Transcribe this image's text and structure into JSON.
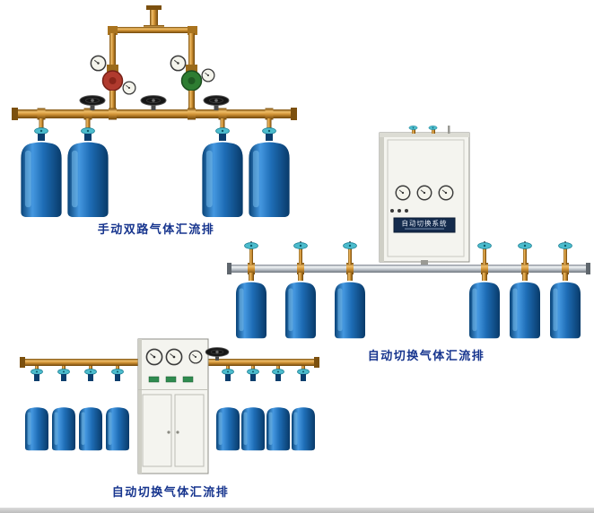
{
  "page": {
    "background": "#ffffff"
  },
  "products": [
    {
      "id": "manual-dual-manifold",
      "caption": "手动双路气体汇流排"
    },
    {
      "id": "auto-switch-manifold",
      "caption": "自动切换气体汇流排",
      "cabinet_label": "自动切换系统"
    },
    {
      "id": "auto-switch-manifold-2",
      "caption": "自动切换气体汇流排"
    }
  ],
  "colors": {
    "caption_text": "#17358e",
    "brass_pipe": "#cf9134",
    "silver_pipe": "#b4bbc2",
    "cylinder_blue": "#1e6db6",
    "valve_knob_teal": "#4cbccd",
    "regulator_left_red": "#b03a2e",
    "regulator_right_green": "#2e7d32",
    "cabinet_body": "#f4f4ef",
    "cabinet_plate": "#142b4d"
  }
}
